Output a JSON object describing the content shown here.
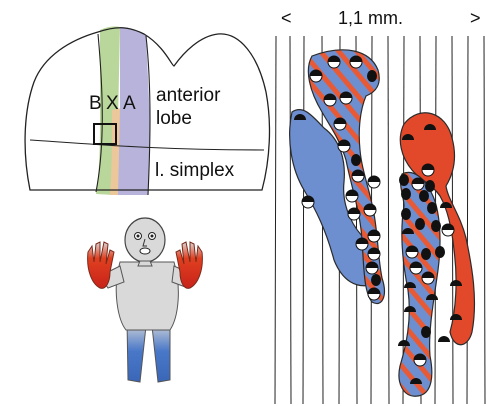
{
  "cerebellum": {
    "zone_letters": [
      "B",
      "X",
      "A"
    ],
    "label_anterior_lobe": "anterior lobe",
    "label_anterior_line1": "anterior",
    "label_anterior_line2": "lobe",
    "label_lobulus_simplex": "l. simplex",
    "zone_colors": {
      "B": "#b9d79a",
      "X": "#ecc79a",
      "A": "#b7b3da"
    }
  },
  "figure": {
    "hand_color": "#e04020",
    "foot_color": "#4a78c8",
    "body_color": "#d9d9d9"
  },
  "map": {
    "scale_left": "<",
    "scale_text": "1,1 mm.",
    "scale_right": ">",
    "colors": {
      "blue_zone": "#6d8fcf",
      "red_zone": "#e2492b",
      "stripe": "#e85a35",
      "outline": "#2b2b2b"
    }
  }
}
